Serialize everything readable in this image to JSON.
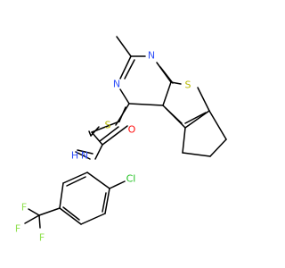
{
  "molecule": {
    "atoms": {
      "n1": {
        "symbol": "N",
        "color": "#3050f8"
      },
      "n3": {
        "symbol": "N",
        "color": "#3050f8"
      },
      "s7": {
        "symbol": "S",
        "color": "#b8b800"
      },
      "s_link": {
        "symbol": "S",
        "color": "#b8b800"
      },
      "o": {
        "symbol": "O",
        "color": "#ff0d0d"
      },
      "nh": {
        "symbol": "N",
        "color": "#3050f8"
      },
      "nh_h": {
        "symbol": "H",
        "color": "#3050f8"
      },
      "cl": {
        "symbol": "Cl",
        "color": "#1fc01f"
      },
      "f1": {
        "symbol": "F",
        "color": "#90e050"
      },
      "f2": {
        "symbol": "F",
        "color": "#90e050"
      },
      "f3": {
        "symbol": "F",
        "color": "#90e050"
      }
    }
  }
}
